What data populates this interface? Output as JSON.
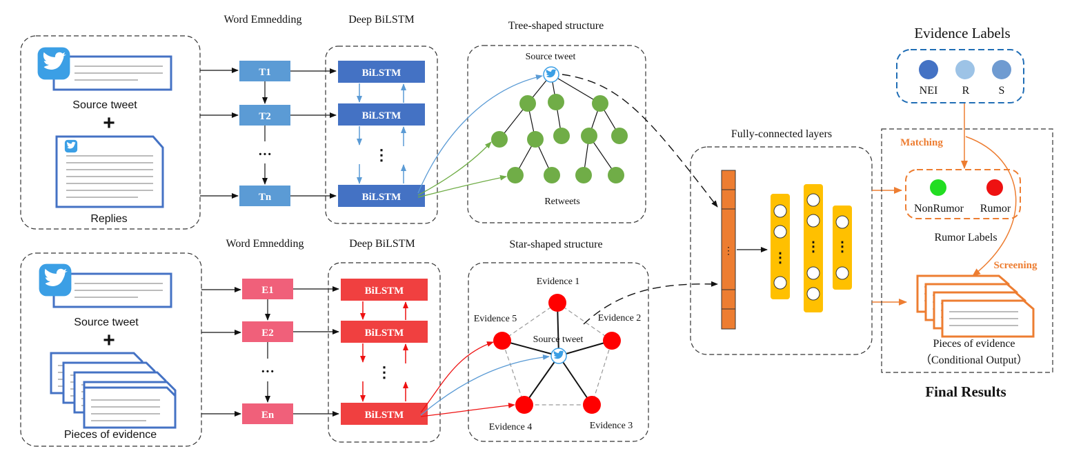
{
  "top_branch": {
    "source_tweet": "Source tweet",
    "plus": "+",
    "replies": "Replies",
    "embedding_title": "Word Emnedding",
    "bilstm_title": "Deep BiLSTM",
    "tokens": [
      "T1",
      "T2",
      "···",
      "Tn"
    ],
    "bilstm_label": "BiLSTM",
    "vdots": "⋮",
    "structure_title": "Tree-shaped structure",
    "tree_source": "Source tweet",
    "tree_leaves": "Retweets"
  },
  "bottom_branch": {
    "source_tweet": "Source tweet",
    "plus": "+",
    "evidence_docs": "Pieces of evidence",
    "embedding_title": "Word Emnedding",
    "bilstm_title": "Deep BiLSTM",
    "tokens": [
      "E1",
      "E2",
      "···",
      "En"
    ],
    "bilstm_label": "BiLSTM",
    "vdots": "⋮",
    "structure_title": "Star-shaped structure",
    "star_center": "Source tweet",
    "evidence_nodes": [
      "Evidence 1",
      "Evidence 2",
      "Evidence 3",
      "Evidence 4",
      "Evidence 5"
    ]
  },
  "fc": {
    "title": "Fully-connected layers",
    "dots": "⋮"
  },
  "evidence_labels": {
    "title": "Evidence Labels",
    "items": [
      "NEI",
      "R",
      "S"
    ]
  },
  "final": {
    "matching": "Matching",
    "screening": "Screening",
    "rumor_items": [
      "NonRumor",
      "Rumor"
    ],
    "rumor_labels_title": "Rumor Labels",
    "output_line1": "Pieces of evidence",
    "output_line2": "（Conditional Output）",
    "title": "Final Results"
  },
  "colors": {
    "t_box": "#5b9bd5",
    "bilstm_blue": "#4472c4",
    "e_box": "#f0607a",
    "bilstm_red": "#f04040",
    "tree_node": "#70ad47",
    "star_node": "#ff0000",
    "fc_orange": "#ed7d31",
    "fc_yellow": "#ffc000",
    "label_nei": "#4472c4",
    "label_r": "#9dc3e6",
    "label_s": "#6f9bd1",
    "nonrumor": "#22dd22",
    "rumor": "#ee1111",
    "accent_orange": "#ed7d31",
    "evidence_border": "#1f6db5"
  }
}
